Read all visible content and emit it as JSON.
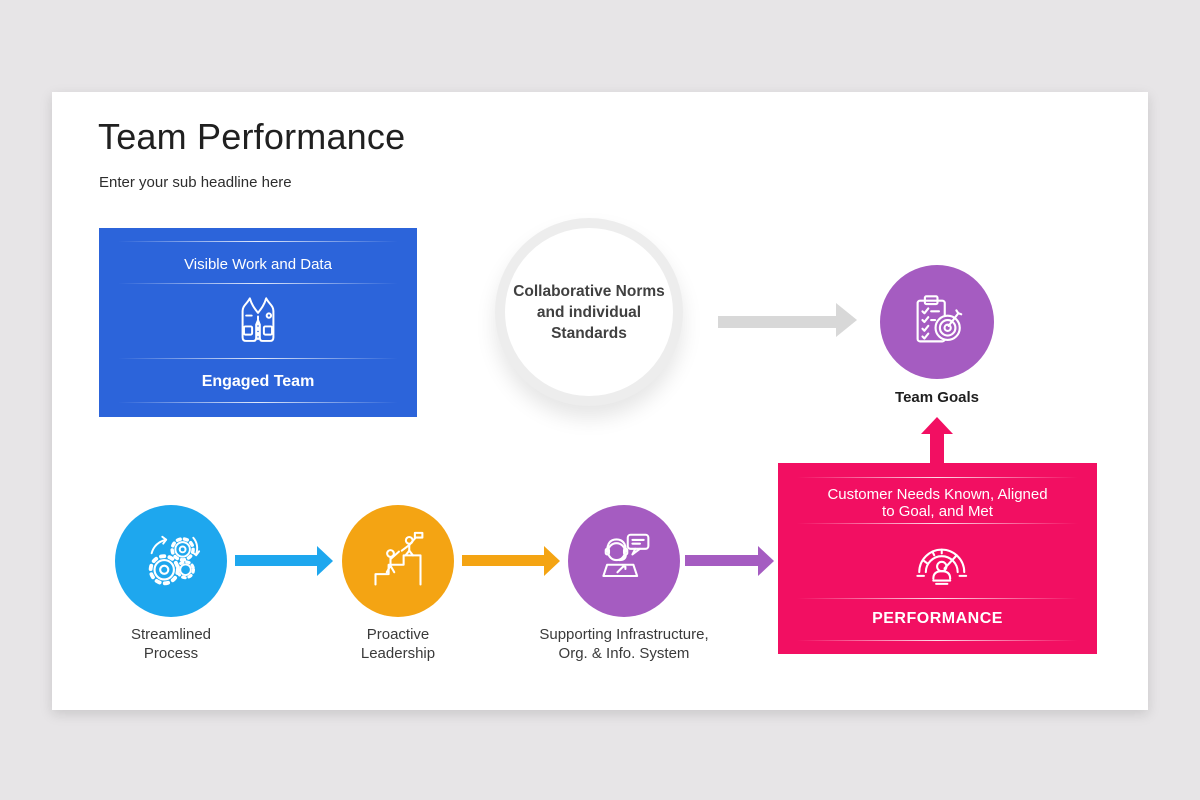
{
  "slide": {
    "title": "Team Performance",
    "subtitle": "Enter your sub headline here"
  },
  "colors": {
    "canvas_bg": "#e7e5e7",
    "blue_box": "#2c64da",
    "light_blue": "#1ea7ee",
    "orange": "#f4a413",
    "purple": "#a55cc1",
    "pink": "#f20f62",
    "gray_arrow": "#d8d8d8"
  },
  "engaged_team_box": {
    "top_label": "Visible Work and Data",
    "icon": "vest-icon",
    "bottom_label": "Engaged Team"
  },
  "norms_circle": {
    "lines": [
      "Collaborative Norms",
      "and individual",
      "Standards"
    ]
  },
  "team_goals": {
    "icon": "clipboard-target-icon",
    "label": "Team Goals"
  },
  "performance_box": {
    "top_label_lines": [
      "Customer Needs Known, Aligned",
      "to Goal, and Met"
    ],
    "icon": "speedometer-icon",
    "bottom_label": "PERFORMANCE"
  },
  "process_steps": [
    {
      "icon": "gears-icon",
      "label_lines": [
        "Streamlined",
        "Process"
      ]
    },
    {
      "icon": "leadership-icon",
      "label_lines": [
        "Proactive",
        "Leadership"
      ]
    },
    {
      "icon": "support-headset-icon",
      "label_lines": [
        "Supporting Infrastructure,",
        "Org. & Info. System"
      ]
    }
  ]
}
